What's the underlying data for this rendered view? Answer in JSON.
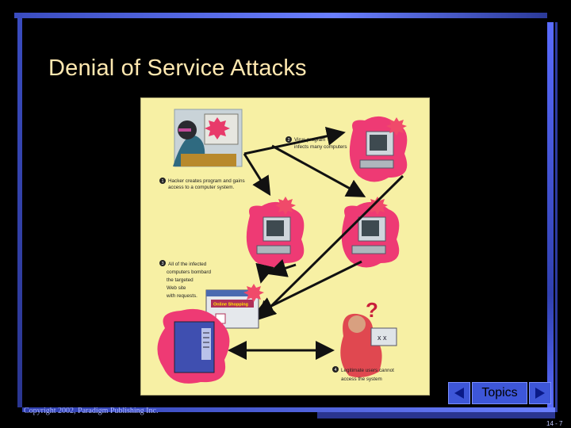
{
  "slide": {
    "title": "Denial of Service Attacks",
    "copyright": "Copyright 2002, Paradigm Publishing Inc.",
    "page_number": "14 - 7"
  },
  "nav": {
    "topics_label": "Topics",
    "prev_icon": "triangle-left-icon",
    "next_icon": "triangle-right-icon"
  },
  "diagram": {
    "step1_line1": "Hacker creates program and gains",
    "step1_line2": "access to a computer system.",
    "step2_line1": "Virus program",
    "step2_line2": "infects many computers",
    "step3_line1": "All of the infected",
    "step3_line2": "computers bombard",
    "step3_line3": "the targeted",
    "step3_line4": "Web site",
    "step3_line5": "with requests.",
    "step4_line1": "Legitimate users cannot",
    "step4_line2": "access the system",
    "site_label": "Online Shopping",
    "question_mark": "?",
    "bullet1": "1",
    "bullet2": "2",
    "bullet3": "3",
    "bullet4": "4"
  },
  "colors": {
    "background": "#000000",
    "title": "#ffe8b0",
    "frame": "#4a5ee8",
    "illustration_bg": "#f7f0a4",
    "infection_pink": "#ee3a74"
  }
}
